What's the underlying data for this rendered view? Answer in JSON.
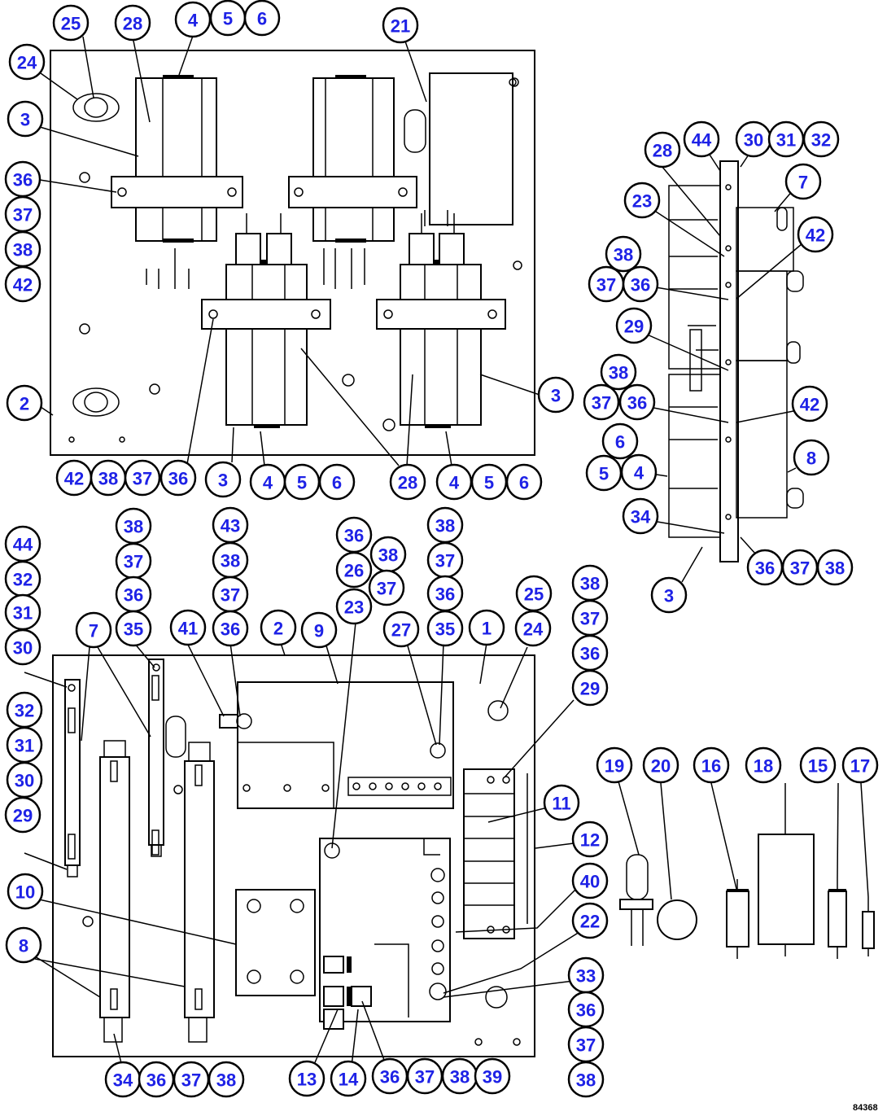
{
  "diagram": {
    "reference_code": "84368",
    "callouts": [
      {
        "id": "c-25a",
        "label": "25"
      },
      {
        "id": "c-28a",
        "label": "28"
      },
      {
        "id": "c-4a",
        "label": "4"
      },
      {
        "id": "c-5a",
        "label": "5"
      },
      {
        "id": "c-6a",
        "label": "6"
      },
      {
        "id": "c-21",
        "label": "21"
      },
      {
        "id": "c-24a",
        "label": "24"
      },
      {
        "id": "c-3a",
        "label": "3"
      },
      {
        "id": "c-36a",
        "label": "36"
      },
      {
        "id": "c-37a",
        "label": "37"
      },
      {
        "id": "c-38a",
        "label": "38"
      },
      {
        "id": "c-42a",
        "label": "42"
      },
      {
        "id": "c-2a",
        "label": "2"
      },
      {
        "id": "c-3b",
        "label": "3"
      },
      {
        "id": "c-42b",
        "label": "42"
      },
      {
        "id": "c-38b",
        "label": "38"
      },
      {
        "id": "c-37b",
        "label": "37"
      },
      {
        "id": "c-36b",
        "label": "36"
      },
      {
        "id": "c-3c",
        "label": "3"
      },
      {
        "id": "c-4b",
        "label": "4"
      },
      {
        "id": "c-5b",
        "label": "5"
      },
      {
        "id": "c-6b",
        "label": "6"
      },
      {
        "id": "c-28b",
        "label": "28"
      },
      {
        "id": "c-4c",
        "label": "4"
      },
      {
        "id": "c-5c",
        "label": "5"
      },
      {
        "id": "c-6c",
        "label": "6"
      },
      {
        "id": "c-28c",
        "label": "28"
      },
      {
        "id": "c-44a",
        "label": "44"
      },
      {
        "id": "c-30a",
        "label": "30"
      },
      {
        "id": "c-31a",
        "label": "31"
      },
      {
        "id": "c-32a",
        "label": "32"
      },
      {
        "id": "c-23a",
        "label": "23"
      },
      {
        "id": "c-7a",
        "label": "7"
      },
      {
        "id": "c-42c",
        "label": "42"
      },
      {
        "id": "c-38c",
        "label": "38"
      },
      {
        "id": "c-37c",
        "label": "37"
      },
      {
        "id": "c-36c",
        "label": "36"
      },
      {
        "id": "c-29a",
        "label": "29"
      },
      {
        "id": "c-38d",
        "label": "38"
      },
      {
        "id": "c-37d",
        "label": "37"
      },
      {
        "id": "c-36d",
        "label": "36"
      },
      {
        "id": "c-42d",
        "label": "42"
      },
      {
        "id": "c-6d",
        "label": "6"
      },
      {
        "id": "c-5d",
        "label": "5"
      },
      {
        "id": "c-4d",
        "label": "4"
      },
      {
        "id": "c-8a",
        "label": "8"
      },
      {
        "id": "c-34a",
        "label": "34"
      },
      {
        "id": "c-36e",
        "label": "36"
      },
      {
        "id": "c-37e",
        "label": "37"
      },
      {
        "id": "c-38e",
        "label": "38"
      },
      {
        "id": "c-3d",
        "label": "3"
      },
      {
        "id": "c-44b",
        "label": "44"
      },
      {
        "id": "c-32b",
        "label": "32"
      },
      {
        "id": "c-31b",
        "label": "31"
      },
      {
        "id": "c-30b",
        "label": "30"
      },
      {
        "id": "c-32c",
        "label": "32"
      },
      {
        "id": "c-31c",
        "label": "31"
      },
      {
        "id": "c-30c",
        "label": "30"
      },
      {
        "id": "c-29b",
        "label": "29"
      },
      {
        "id": "c-10",
        "label": "10"
      },
      {
        "id": "c-8b",
        "label": "8"
      },
      {
        "id": "c-38f",
        "label": "38"
      },
      {
        "id": "c-37f",
        "label": "37"
      },
      {
        "id": "c-36f",
        "label": "36"
      },
      {
        "id": "c-35a",
        "label": "35"
      },
      {
        "id": "c-7b",
        "label": "7"
      },
      {
        "id": "c-43",
        "label": "43"
      },
      {
        "id": "c-38g",
        "label": "38"
      },
      {
        "id": "c-37g",
        "label": "37"
      },
      {
        "id": "c-36g",
        "label": "36"
      },
      {
        "id": "c-41",
        "label": "41"
      },
      {
        "id": "c-2b",
        "label": "2"
      },
      {
        "id": "c-9",
        "label": "9"
      },
      {
        "id": "c-36h",
        "label": "36"
      },
      {
        "id": "c-38h",
        "label": "38"
      },
      {
        "id": "c-26",
        "label": "26"
      },
      {
        "id": "c-37h",
        "label": "37"
      },
      {
        "id": "c-23b",
        "label": "23"
      },
      {
        "id": "c-38i",
        "label": "38"
      },
      {
        "id": "c-37i",
        "label": "37"
      },
      {
        "id": "c-36i",
        "label": "36"
      },
      {
        "id": "c-35b",
        "label": "35"
      },
      {
        "id": "c-27",
        "label": "27"
      },
      {
        "id": "c-1",
        "label": "1"
      },
      {
        "id": "c-25b",
        "label": "25"
      },
      {
        "id": "c-24b",
        "label": "24"
      },
      {
        "id": "c-38j",
        "label": "38"
      },
      {
        "id": "c-37j",
        "label": "37"
      },
      {
        "id": "c-36j",
        "label": "36"
      },
      {
        "id": "c-29c",
        "label": "29"
      },
      {
        "id": "c-19",
        "label": "19"
      },
      {
        "id": "c-20",
        "label": "20"
      },
      {
        "id": "c-16",
        "label": "16"
      },
      {
        "id": "c-18",
        "label": "18"
      },
      {
        "id": "c-15",
        "label": "15"
      },
      {
        "id": "c-17",
        "label": "17"
      },
      {
        "id": "c-11",
        "label": "11"
      },
      {
        "id": "c-12",
        "label": "12"
      },
      {
        "id": "c-40",
        "label": "40"
      },
      {
        "id": "c-22",
        "label": "22"
      },
      {
        "id": "c-33",
        "label": "33"
      },
      {
        "id": "c-36k",
        "label": "36"
      },
      {
        "id": "c-37k",
        "label": "37"
      },
      {
        "id": "c-38k",
        "label": "38"
      },
      {
        "id": "c-34b",
        "label": "34"
      },
      {
        "id": "c-36l",
        "label": "36"
      },
      {
        "id": "c-37l",
        "label": "37"
      },
      {
        "id": "c-38l",
        "label": "38"
      },
      {
        "id": "c-13",
        "label": "13"
      },
      {
        "id": "c-14",
        "label": "14"
      },
      {
        "id": "c-36m",
        "label": "36"
      },
      {
        "id": "c-37m",
        "label": "37"
      },
      {
        "id": "c-38m",
        "label": "38"
      },
      {
        "id": "c-39",
        "label": "39"
      }
    ]
  }
}
